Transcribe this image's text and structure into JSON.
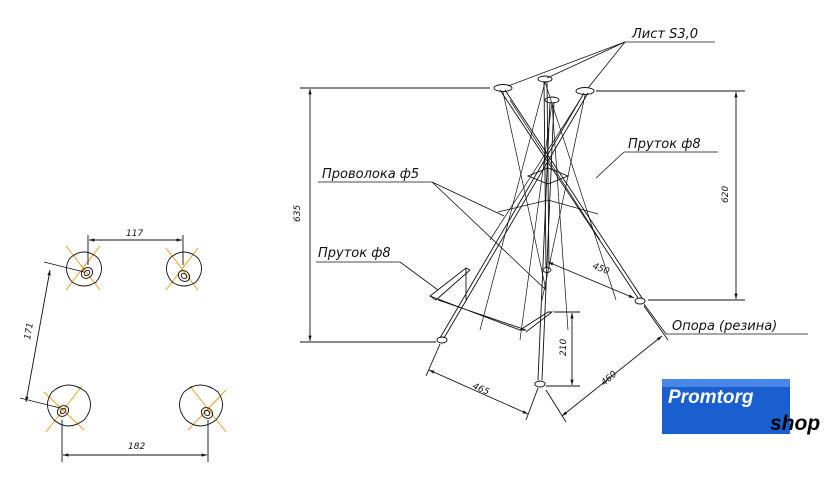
{
  "labels": {
    "sheet": "Лист S3,0",
    "rod_top": "Пруток ф8",
    "wire": "Проволока ф5",
    "rod_left": "Пруток ф8",
    "support": "Опора (резина)"
  },
  "dimensions": {
    "width_top": "117",
    "height_left": "171",
    "width_bottom": "182",
    "overall_height": "635",
    "height_620": "620",
    "diag_450": "450",
    "base_210": "210",
    "base_465": "465",
    "base_460": "460"
  },
  "logo": {
    "part1": "Promtorg",
    "part2": "shop",
    "box_color": "#1a5fd0"
  },
  "colors": {
    "line": "#111111",
    "hatch": "#f0a020"
  }
}
